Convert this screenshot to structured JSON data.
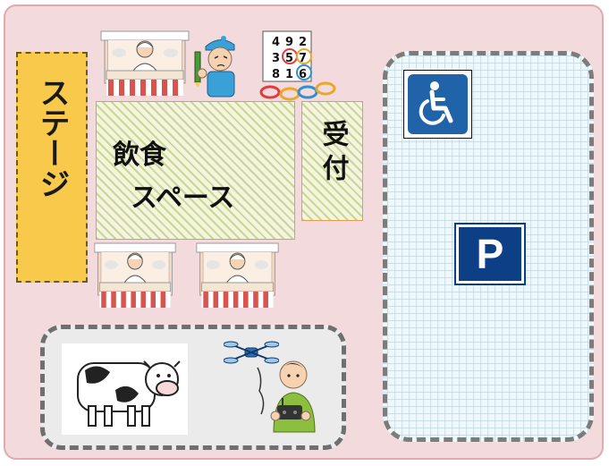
{
  "map": {
    "stage_label": "ステージ",
    "dining_line1": "飲食",
    "dining_line2": "スペース",
    "reception_label": "受付",
    "parking_letter": "P",
    "ringtoss_numbers": [
      "4",
      "9",
      "2",
      "3",
      "5",
      "7",
      "8",
      "1",
      "6"
    ]
  },
  "icons": {
    "accessible": "wheelchair-icon",
    "parking": "parking-icon",
    "food_stall": "food-stall-illustration",
    "painter": "painter-boy-illustration",
    "ring_toss": "ring-toss-illustration",
    "cow": "cow-illustration",
    "drone": "drone-illustration",
    "pilot": "drone-pilot-illustration"
  },
  "colors": {
    "venue_bg": "#f3dadd",
    "stage": "#f8c94a",
    "parking_sign": "#0d3f86",
    "accessible_sign": "#2063a8"
  }
}
